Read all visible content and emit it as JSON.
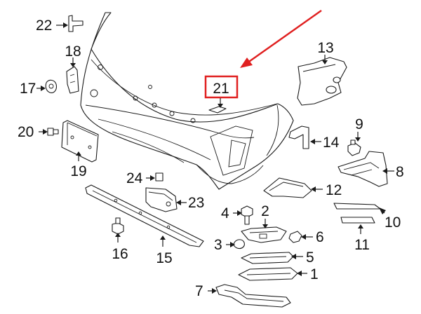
{
  "callouts": {
    "c1": "1",
    "c2": "2",
    "c3": "3",
    "c4": "4",
    "c5": "5",
    "c6": "6",
    "c7": "7",
    "c8": "8",
    "c9": "9",
    "c10": "10",
    "c11": "11",
    "c12": "12",
    "c13": "13",
    "c14": "14",
    "c15": "15",
    "c16": "16",
    "c17": "17",
    "c18": "18",
    "c19": "19",
    "c20": "20",
    "c21": "21",
    "c22": "22",
    "c23": "23",
    "c24": "24"
  },
  "highlight": {
    "callout": "21",
    "color": "#e02020"
  }
}
